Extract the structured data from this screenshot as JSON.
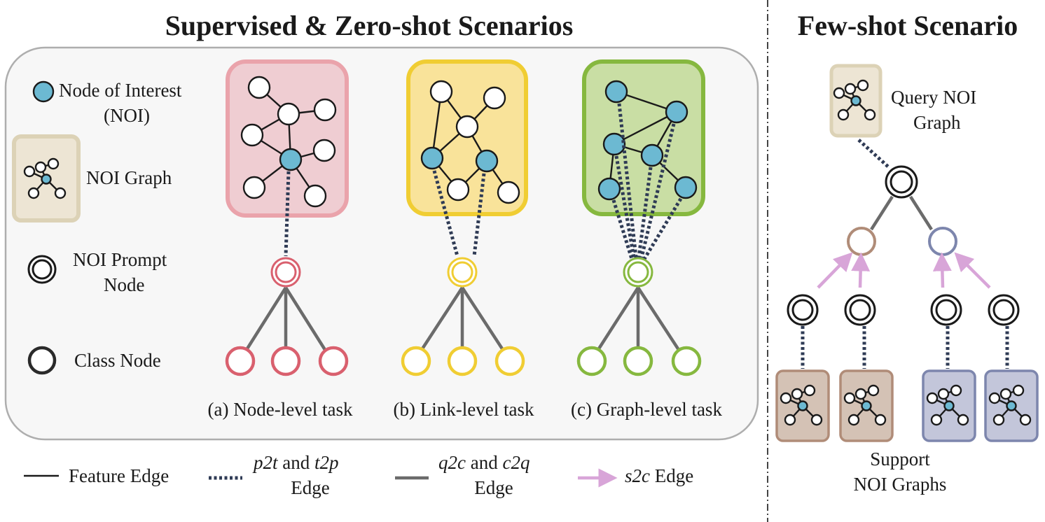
{
  "titles": {
    "left": "Supervised & Zero-shot Scenarios",
    "right": "Few-shot Scenario"
  },
  "legend_inner": {
    "noi_line1": "Node of Interest",
    "noi_line2": "(NOI)",
    "noi_graph": "NOI Graph",
    "prompt_line1": "NOI Prompt",
    "prompt_line2": "Node",
    "class_node": "Class Node"
  },
  "tasks": {
    "a": "(a) Node-level task",
    "b": "(b) Link-level task",
    "c": "(c) Graph-level task"
  },
  "few_shot": {
    "query_line1": "Query NOI",
    "query_line2": "Graph",
    "support_line1": "Support",
    "support_line2": "NOI Graphs"
  },
  "edge_legend": {
    "feature": "Feature Edge",
    "p2t_a": "p2t",
    "p2t_and": " and ",
    "p2t_b": "t2p",
    "p2t_edge": "Edge",
    "q2c_a": "q2c",
    "q2c_and": " and ",
    "q2c_b": "c2q",
    "q2c_edge": "Edge",
    "s2c_a": "s2c",
    "s2c_edge": " Edge"
  },
  "colors": {
    "node_blue": "#6cb9d2",
    "pink": "#d9606e",
    "pink_bg": "#efcdd2",
    "yellow": "#f0cd33",
    "yellow_bg": "#f9e39a",
    "green": "#86b83f",
    "green_bg": "#c9dea4",
    "beige_bg": "#ede5d4",
    "beige_border": "#dcd2b6",
    "brown": "#b08c78",
    "brown_bg": "#d4c2b5",
    "slate": "#7d86ad",
    "slate_bg": "#c3c6da",
    "dotted_edge": "#2f3b55",
    "gray_edge": "#6b6b6b",
    "s2c_edge": "#d8a5d8"
  }
}
